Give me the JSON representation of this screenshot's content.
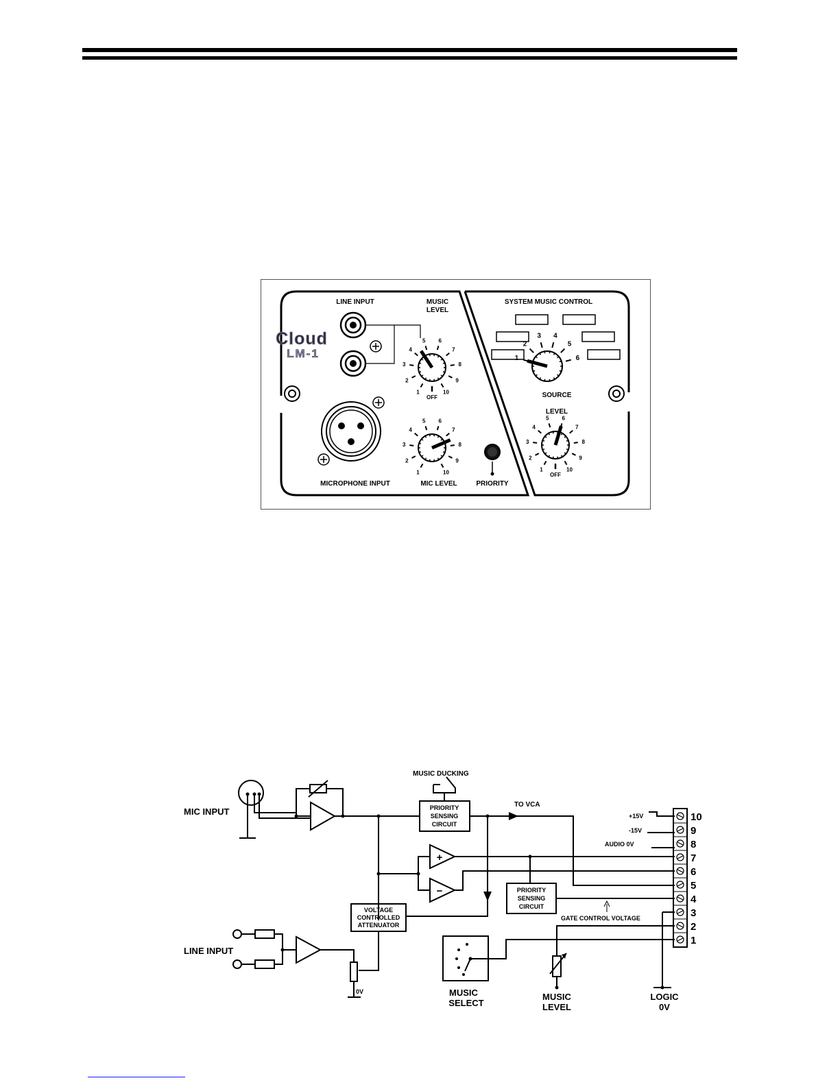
{
  "panel": {
    "brand": "Cloud",
    "model": "LM-1",
    "labels": {
      "line_input": "LINE INPUT",
      "music_level_line1": "MUSIC",
      "music_level_line2": "LEVEL",
      "microphone_input": "MICROPHONE INPUT",
      "mic_level": "MIC LEVEL",
      "priority": "PRIORITY",
      "system_music_control": "SYSTEM MUSIC CONTROL",
      "source": "SOURCE",
      "level": "LEVEL"
    },
    "music_level_knob": {
      "scale": [
        "1",
        "2",
        "3",
        "4",
        "5",
        "6",
        "7",
        "8",
        "9",
        "10"
      ],
      "off_label": "OFF",
      "setting": 4.5
    },
    "mic_level_knob": {
      "scale": [
        "1",
        "2",
        "3",
        "4",
        "5",
        "6",
        "7",
        "8",
        "9",
        "10"
      ],
      "setting": 7.5
    },
    "source_knob": {
      "positions": [
        "1",
        "2",
        "3",
        "4",
        "5",
        "6"
      ],
      "setting": 1
    },
    "system_level_knob": {
      "scale": [
        "1",
        "2",
        "3",
        "4",
        "5",
        "6",
        "7",
        "8",
        "9",
        "10"
      ],
      "off_label": "OFF",
      "setting": 6
    }
  },
  "diagram": {
    "mic_input": "MIC INPUT",
    "line_input": "LINE INPUT",
    "music_ducking": "MUSIC DUCKING",
    "priority_sensing_1": [
      "PRIORITY",
      "SENSING",
      "CIRCUIT"
    ],
    "priority_sensing_2": [
      "PRIORITY",
      "SENSING",
      "CIRCUIT"
    ],
    "vca": [
      "VOLTAGE",
      "CONTROLLED",
      "ATTENUATOR"
    ],
    "to_vca": "TO VCA",
    "plus_15v": "+15V",
    "minus_15v": "-15V",
    "audio_0v": "AUDIO 0V",
    "gate_control_voltage": "GATE CONTROL VOLTAGE",
    "zero_v": "0V",
    "music_select": [
      "MUSIC",
      "SELECT"
    ],
    "music_level": [
      "MUSIC",
      "LEVEL"
    ],
    "logic_0v": [
      "LOGIC",
      "0V"
    ],
    "plus_sign": "+",
    "minus_sign": "−",
    "terminals": [
      "10",
      "9",
      "8",
      "7",
      "6",
      "5",
      "4",
      "3",
      "2",
      "1"
    ]
  }
}
